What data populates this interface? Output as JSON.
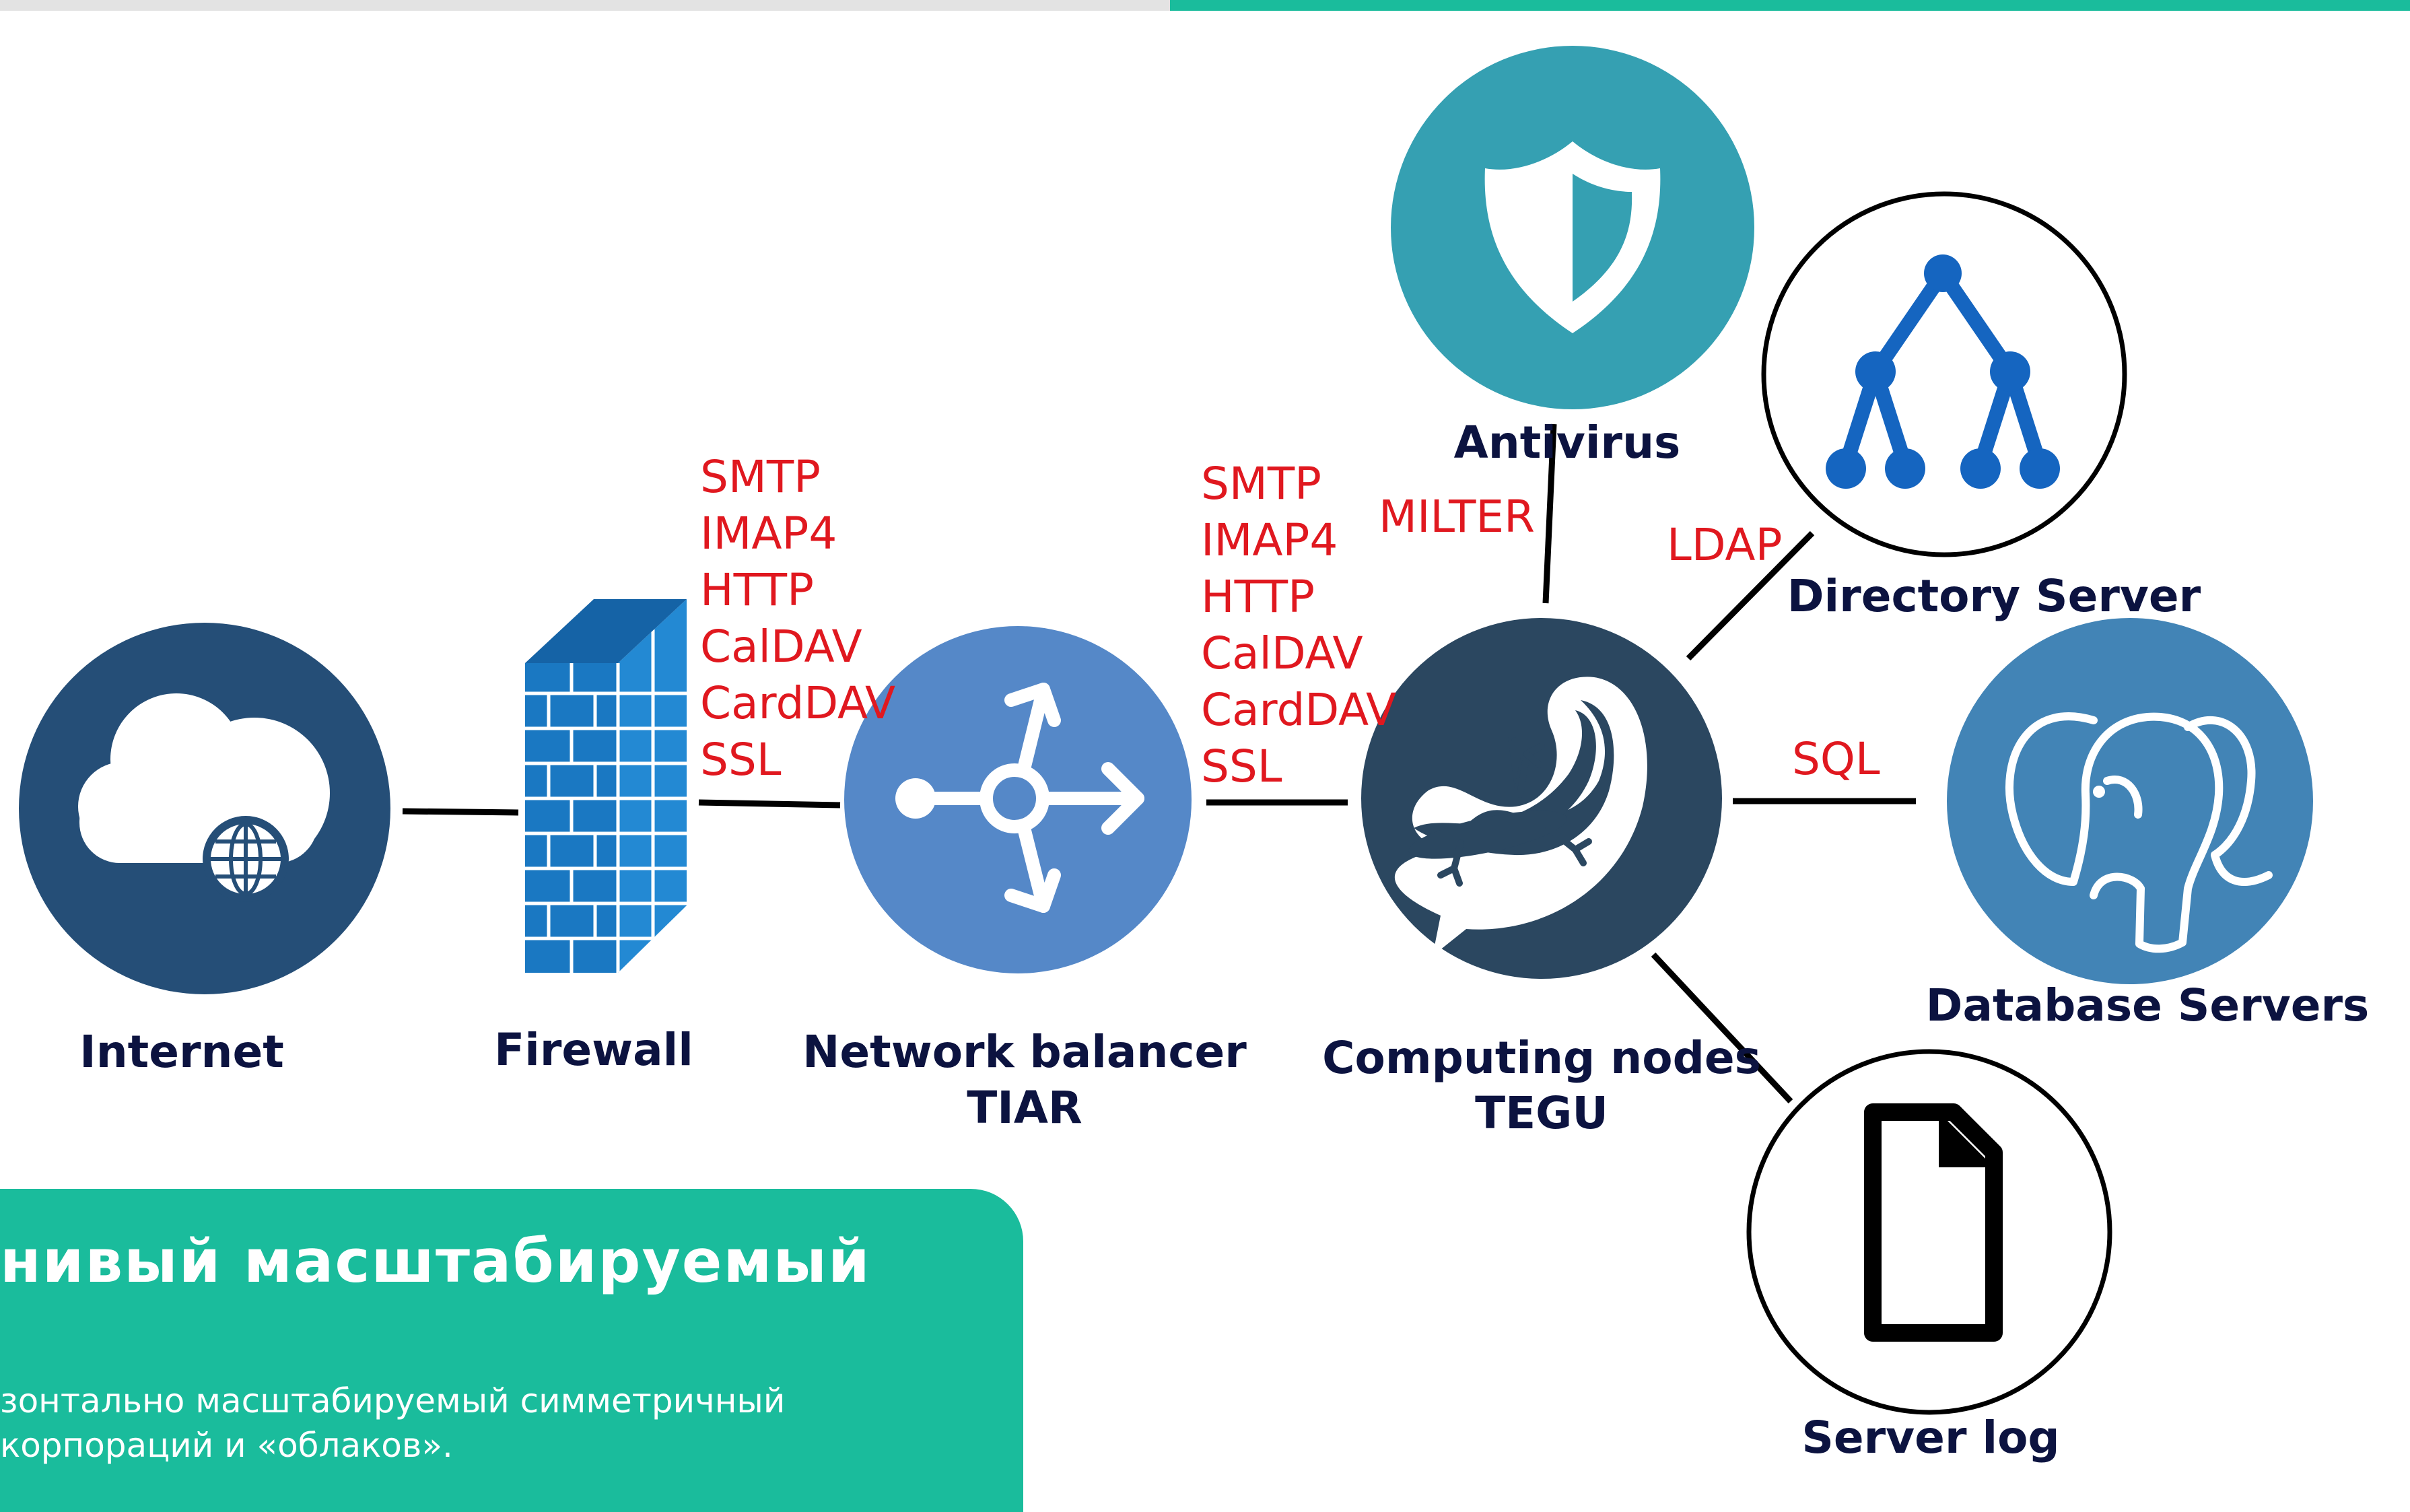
{
  "nodes": {
    "internet": {
      "label": "Internet",
      "color": "#254e77"
    },
    "firewall": {
      "label": "Firewall",
      "color": "#1a78c2"
    },
    "balancer": {
      "label_line1": "Network balancer",
      "label_line2": "TIAR",
      "color": "#5588c8"
    },
    "computing": {
      "label_line1": "Computing nodes",
      "label_line2": "TEGU",
      "color": "#2b4760"
    },
    "antivirus": {
      "label": "Antivirus",
      "color": "#35a0b2"
    },
    "directory": {
      "label": "Directory Server",
      "color": "#1565c0"
    },
    "database": {
      "label": "Database Servers",
      "color": "#4284b6"
    },
    "serverlog": {
      "label": "Server log",
      "color": "#000000"
    }
  },
  "protocols": {
    "firewall_to_balancer": [
      "SMTP",
      "IMAP4",
      "HTTP",
      "CalDAV",
      "CardDAV",
      "SSL"
    ],
    "balancer_to_computing": [
      "SMTP",
      "IMAP4",
      "HTTP",
      "CalDAV",
      "CardDAV",
      "SSL"
    ],
    "milter": "MILTER",
    "ldap": "LDAP",
    "sql": "SQL"
  },
  "card": {
    "title": "нивый  масштабируемый",
    "description_line1": "зонтально масштабируемый симметричный",
    "description_line2": "корпораций и «облаков».",
    "color": "#1abc9c"
  },
  "accent": {
    "protocol_red": "#e0181f",
    "label_navy": "#0c1340",
    "top_bar": "#1abc9c"
  }
}
